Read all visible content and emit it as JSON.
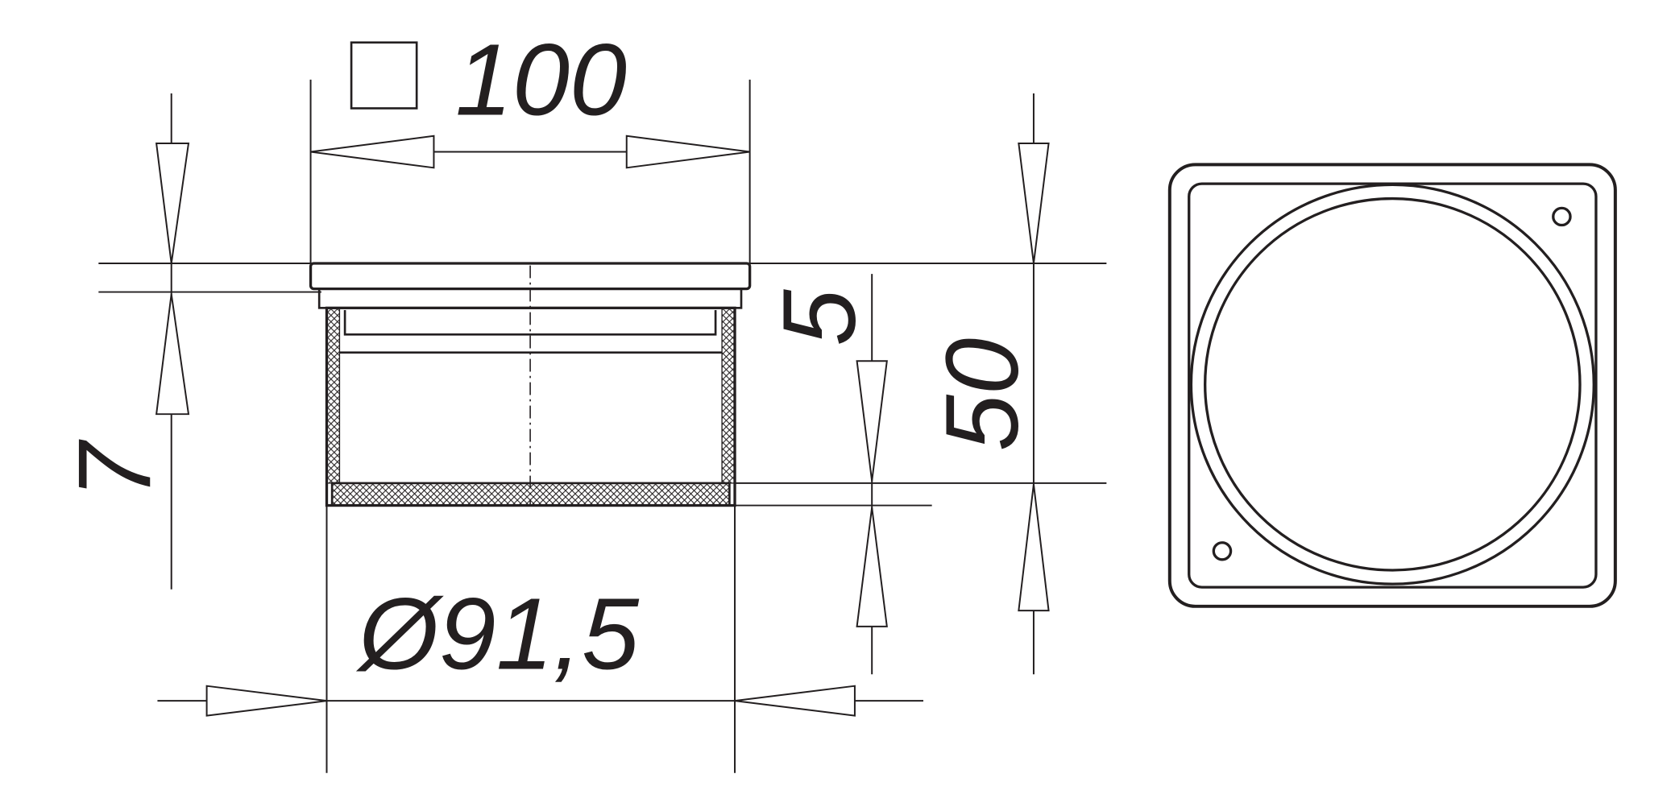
{
  "drawing": {
    "line_color": "#231f20",
    "dimensions": {
      "width_label": "100",
      "width_symbol": "square-icon",
      "flange_height_label": "7",
      "bottom_thickness_label": "5",
      "height_label": "50",
      "diameter_label": "Ø91,5"
    }
  }
}
